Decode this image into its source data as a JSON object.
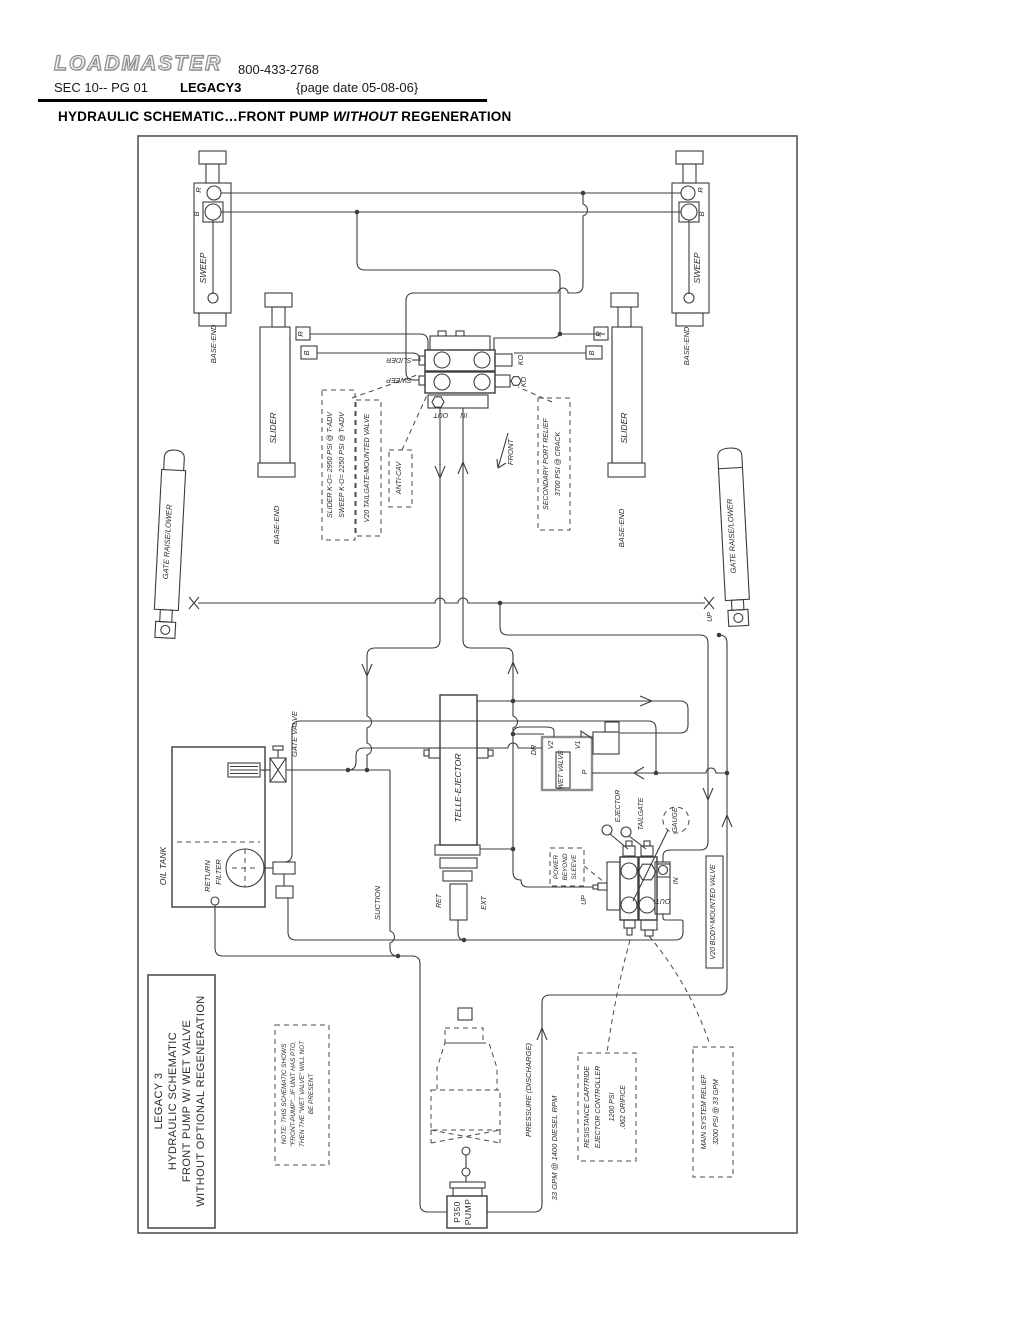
{
  "header": {
    "logo": "LOADMASTER",
    "phone": "800-433-2768",
    "section": "SEC 10-- PG 01",
    "model": "LEGACY3",
    "page_date": "{page date 05-08-06}",
    "title_prefix": "HYDRAULIC SCHEMATIC…FRONT PUMP ",
    "title_emphasis": "WITHOUT",
    "title_suffix": " REGENERATION"
  },
  "schematic": {
    "cylinders": {
      "sweep": "SWEEP",
      "slider": "SLIDER",
      "base_end": "BASE-END",
      "gate": "GATE RAISE/LOWER",
      "port_r": "R",
      "port_b": "B",
      "up": "UP"
    },
    "tailgate_valve": {
      "slider": "SLIDER",
      "sweep": "SWEEP",
      "ko": "KO",
      "out": "OUT",
      "in": "IN"
    },
    "callouts": {
      "ko_line1": "SLIDER K-O= 2950 PSI @ T-ADV",
      "ko_line2": "SWEEP K-O= 2250 PSI @ T-ADV",
      "tailgate_valve": "V20 TAILGATE-MOUNTED VALVE",
      "anti_cav": "ANTI-CAV",
      "secondary_line1": "SECONDARY PORT RELIEF",
      "secondary_line2": "3700 PSI @ CRACK",
      "front": "FRONT",
      "gauge": "GAUGE",
      "power_beyond_1": "POWER",
      "power_beyond_2": "BEYOND",
      "power_beyond_3": "SLEEVE",
      "body_valve": "V20 BODY-MOUNTED VALVE",
      "resistance_1": "RESISTANCE CARTRIDE",
      "resistance_2": "EJECTOR CONTROLLER",
      "resistance_3": "1200 PSI",
      "resistance_4": ".062 ORIFICE",
      "relief_1": "MAIN SYSTEM RELIEF",
      "relief_2": "3200 PSI @ 33 GPM"
    },
    "tank": {
      "label": "OIL TANK",
      "return_1": "RETURN",
      "return_2": "FILTER",
      "gate_valve": "GATE VALVE",
      "suction": "SUCTION"
    },
    "ejector": {
      "label": "TELLE-EJECTOR",
      "ret": "RET",
      "ext": "EXT"
    },
    "wet_valve": {
      "label": "WET VALVE",
      "dr": "DR",
      "v2": "V2",
      "v1": "V1",
      "p": "P"
    },
    "body_valve": {
      "ejector": "EJECTOR",
      "tailgate": "TAILGATE",
      "up": "UP",
      "in": "IN",
      "out": "OUT"
    },
    "pump": {
      "line1": "P350",
      "line2": "PUMP",
      "pressure": "PRESSURE (DISCHARGE)",
      "flow": "33 GPM @ 1400 DIESEL RPM"
    },
    "title_block": {
      "line1": "LEGACY 3",
      "line2": "HYDRAULIC SCHEMATIC",
      "line3": "FRONT PUMP W/ WET VALVE",
      "line4": "WITHOUT OPTIONAL REGENERATION"
    },
    "note": {
      "line1": "NOTE: THIS SCHEMATIC SHOWS",
      "line2": "\"FRONT-PUMP\"...IF UNIT HAS PTO,",
      "line3": "THEN THE \"WET VALVE\" WILL NOT",
      "line4": "BE PRESENT"
    }
  }
}
